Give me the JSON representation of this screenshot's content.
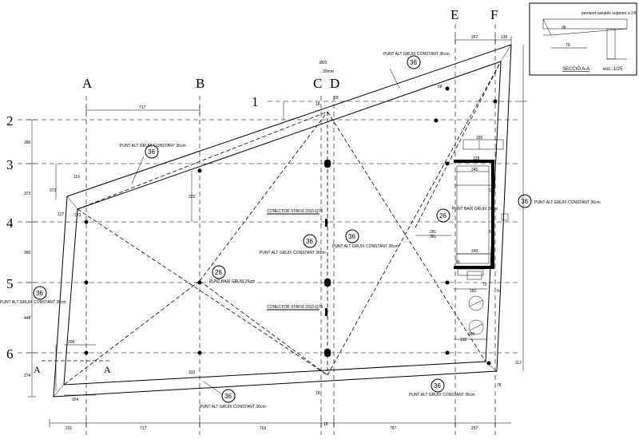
{
  "axes": {
    "columns": [
      "A",
      "B",
      "C",
      "D",
      "E",
      "F"
    ],
    "rows": [
      "1",
      "2",
      "3",
      "4",
      "5",
      "6"
    ]
  },
  "dims_bottom": [
    "231",
    "717",
    "763",
    "767",
    "257"
  ],
  "dims_top": [
    "717",
    "257",
    "136"
  ],
  "dims_left": [
    "280",
    "373",
    "360",
    "448",
    "274"
  ],
  "dims_misc": [
    "18",
    "18",
    "16",
    "18",
    "160",
    "128",
    "245",
    "240",
    "20",
    "115",
    "60",
    "116",
    "127",
    "173",
    "206",
    "154",
    "361",
    "281",
    "322",
    "333",
    "180",
    "132",
    "182",
    "54",
    "78",
    "117",
    "58",
    "373",
    "70"
  ],
  "labels": {
    "punt_alt": "PUNT ALT GRUIX CONSTANT 36cm",
    "punt_baix": "PUNT BAIX GRUIX 26cm",
    "connector": "CONECTOR STAFIX DSD-Q75",
    "bar_tag": "Ø20",
    "bar_tag2": "20mm"
  },
  "tags": {
    "t36": "36",
    "t26": "26"
  },
  "section": {
    "title": "SECCIÓ A-A",
    "scale": "esc.:1/25",
    "note": "pendent variable superior a 1%",
    "dim1": "36",
    "dim2": "70"
  },
  "section_marks": {
    "left": "A",
    "right": "A"
  }
}
